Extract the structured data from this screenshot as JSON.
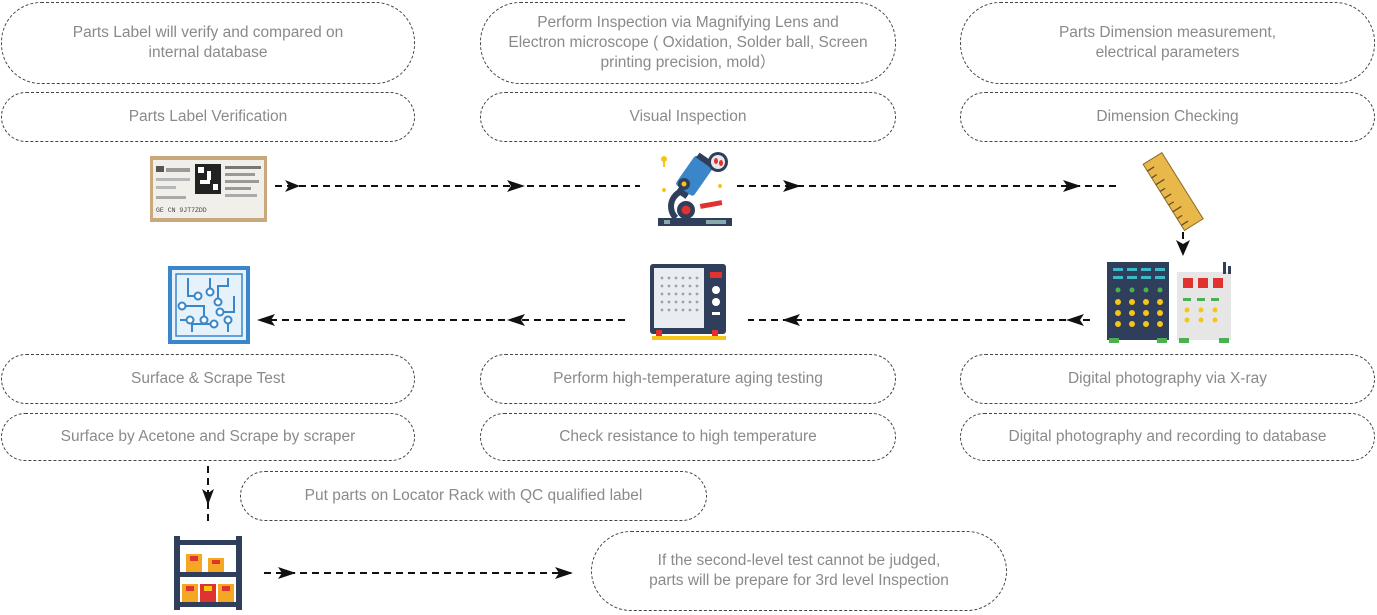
{
  "boxes": {
    "label_desc_1": "Parts Label will verify and compared on",
    "label_desc_2": "internal database",
    "label_title": "Parts Label Verification",
    "visual_desc_1": "Perform Inspection via Magnifying Lens and",
    "visual_desc_2": "Electron microscope ( Oxidation, Solder ball, Screen",
    "visual_desc_3": "printing precision, mold）",
    "visual_title": "Visual Inspection",
    "dim_desc_1": "Parts Dimension  measurement,",
    "dim_desc_2": "electrical parameters",
    "dim_title": "Dimension Checking",
    "surface_title": "Surface & Scrape Test",
    "surface_desc": "Surface by Acetone and  Scrape by scraper",
    "aging_title": "Perform high-temperature aging testing",
    "aging_desc": "Check resistance to  high temperature",
    "xray_title": "Digital photography via  X-ray",
    "xray_desc": "Digital photography  and recording to database",
    "rack_desc": "Put parts on Locator Rack with QC qualified label",
    "third_desc_1": "If the second-level test cannot be judged,",
    "third_desc_2": "parts will be prepare for 3rd level Inspection"
  },
  "label_sticker": {
    "code_1": "GE CN 9JT7ZDD"
  },
  "colors": {
    "box_border": "#444444",
    "box_text": "#8a8a8a",
    "arrow": "#111111",
    "icon_navy": "#2f3e5a",
    "icon_blue": "#3a86c8",
    "icon_red": "#e0322f",
    "icon_yellow": "#f5c518",
    "icon_green": "#4caf50",
    "ruler": "#e8b84a"
  },
  "icons": [
    "parts-label-icon",
    "microscope-icon",
    "ruler-icon",
    "circuit-board-icon",
    "aging-oven-icon",
    "xray-machine-icon",
    "locator-rack-icon"
  ]
}
